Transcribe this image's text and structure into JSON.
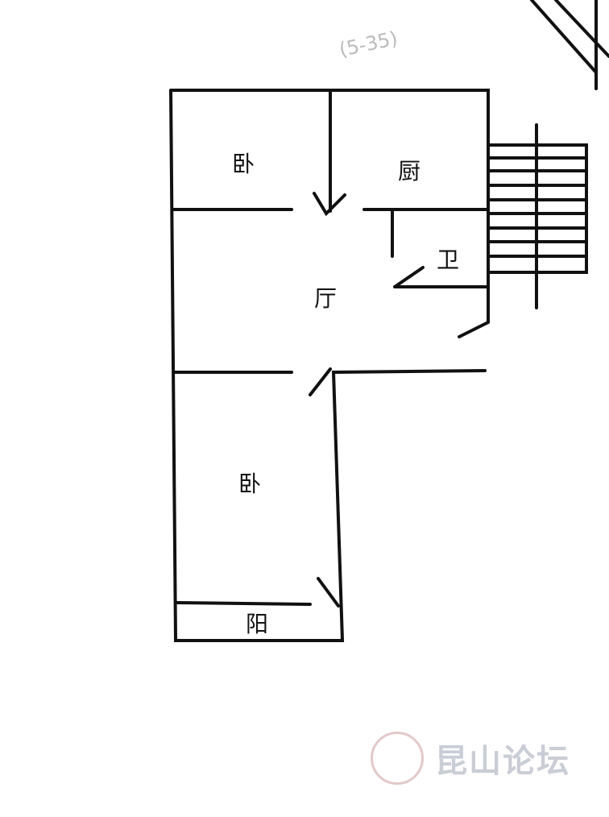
{
  "note": "(5-35)",
  "rooms": {
    "bedroom_top": "卧",
    "kitchen": "厨",
    "bathroom": "卫",
    "living_room": "厅",
    "bedroom_bottom": "卧",
    "balcony": "阳"
  },
  "watermark": "昆山论坛",
  "colors": {
    "ink": "#111111",
    "watermark": "#c9cdd6"
  }
}
